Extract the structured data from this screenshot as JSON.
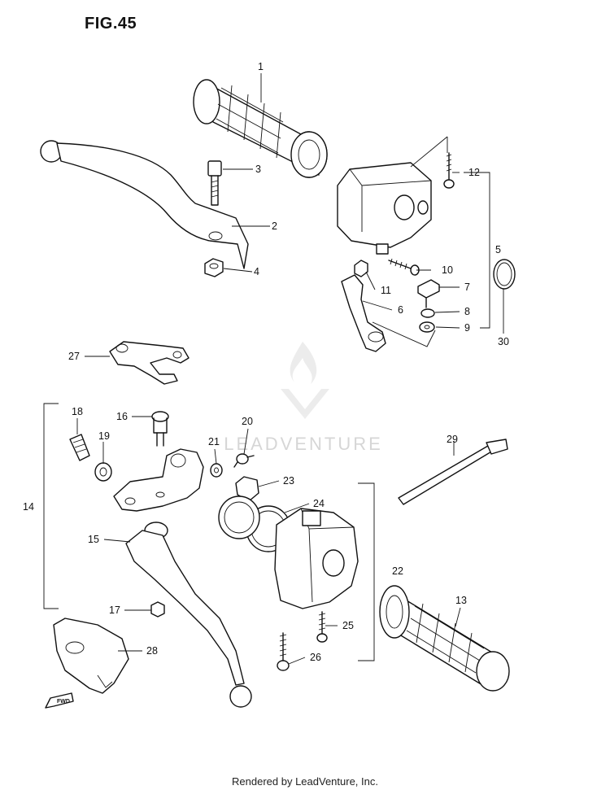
{
  "figure": {
    "title": "FIG.45",
    "footer": "Rendered by LeadVenture, Inc.",
    "watermark": "LEADVENTURE"
  },
  "callouts": [
    "1",
    "2",
    "3",
    "4",
    "5",
    "6",
    "7",
    "8",
    "9",
    "10",
    "11",
    "12",
    "13",
    "14",
    "15",
    "16",
    "17",
    "18",
    "19",
    "20",
    "21",
    "22",
    "23",
    "24",
    "25",
    "26",
    "27",
    "28",
    "29",
    "30"
  ],
  "fwd_label": "FWD"
}
